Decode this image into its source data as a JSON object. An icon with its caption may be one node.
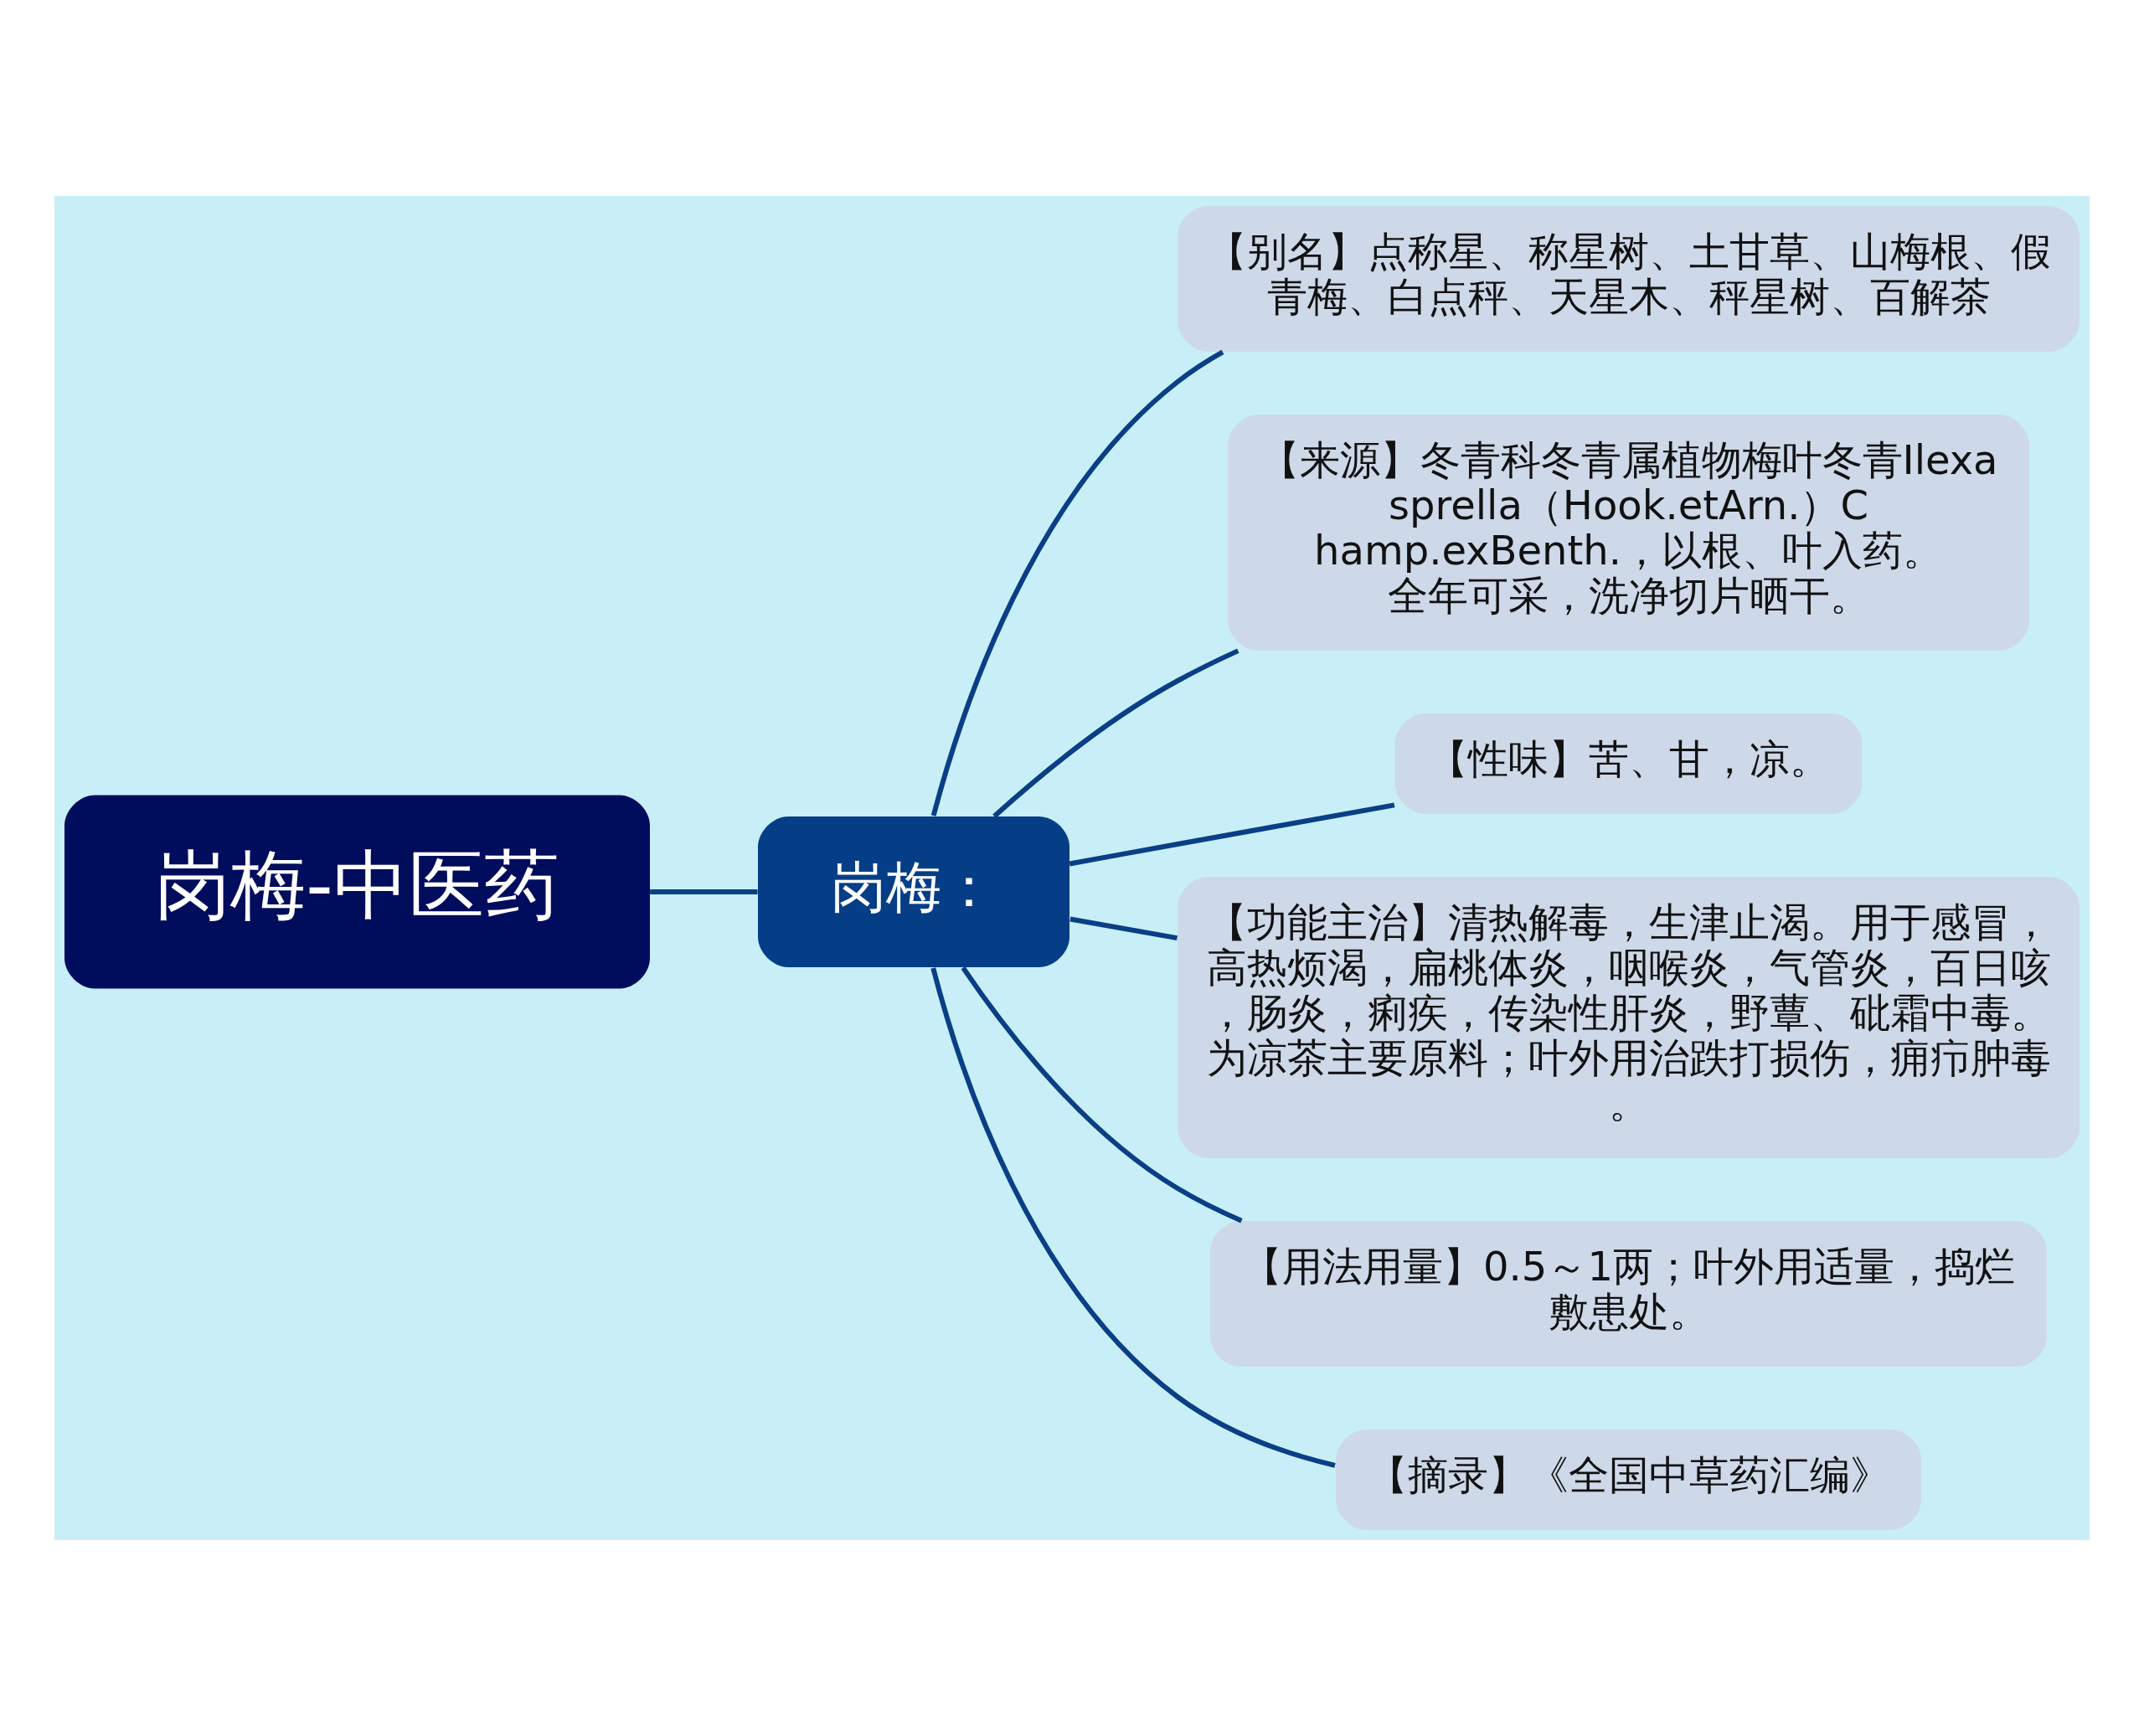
{
  "diagram": {
    "nodes": [
      {
        "text": [
          "岗梅-中医药"
        ]
      },
      {
        "text": [
          "岗梅："
        ]
      },
      {
        "text": [
          "【别名】点称星、称星树、土甘草、山梅根、假青梅、白点秤、天星木、秤星树、百解茶"
        ]
      },
      {
        "text": [
          "【来源】冬青科冬青属植物梅叶冬青Ilexasprella（Hook.etArn.）Champ.exBenth.，以根、叶入药。全年可采，洗净切片晒干。"
        ]
      },
      {
        "text": [
          "【性味】苦、甘，凉。"
        ]
      },
      {
        "text": [
          "【功能主治】清热解毒，生津止渴。用于感冒，高热烦渴，扁桃体炎，咽喉炎，气管炎，百日咳，肠炎，痢疾，传染性肝炎，野蕈、砒霜中毒。为凉茶主要原料；叶外用治跌打损伤，痈疖肿毒。"
        ]
      },
      {
        "text": [
          "【用法用量】0.5～1两；叶外用适量，捣烂敷患处。"
        ]
      },
      {
        "text": [
          "【摘录】《全国中草药汇编》"
        ]
      }
    ],
    "edges": [
      {
        "from": 0,
        "to": 1,
        "arrow": "none"
      },
      {
        "from": 1,
        "to": 2,
        "arrow": "none"
      },
      {
        "from": 1,
        "to": 3,
        "arrow": "none"
      },
      {
        "from": 1,
        "to": 4,
        "arrow": "none"
      },
      {
        "from": 1,
        "to": 5,
        "arrow": "none"
      },
      {
        "from": 1,
        "to": 6,
        "arrow": "none"
      },
      {
        "from": 1,
        "to": 7,
        "arrow": "none"
      }
    ]
  }
}
